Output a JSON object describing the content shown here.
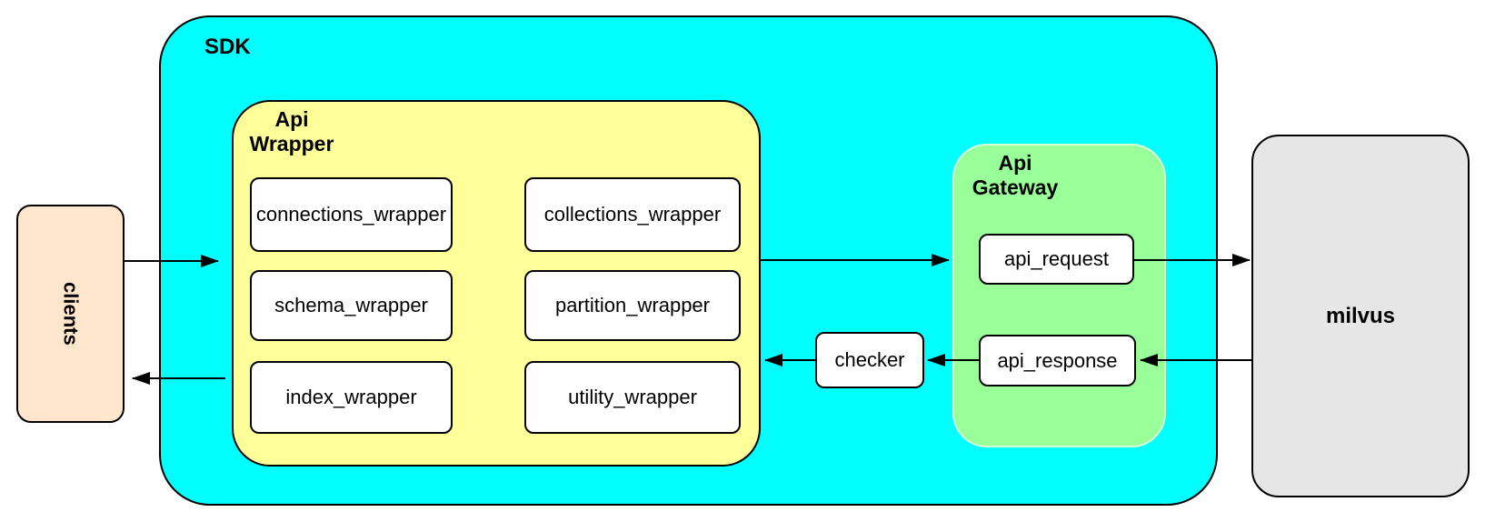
{
  "diagram": {
    "clients": {
      "label": "clients",
      "fill": "#ffe6cc"
    },
    "sdk": {
      "label": "SDK",
      "fill": "#00ffff"
    },
    "api_wrapper": {
      "label_line1": "Api",
      "label_line2": "Wrapper",
      "fill": "#ffff99",
      "modules": [
        "connections_wrapper",
        "collections_wrapper",
        "schema_wrapper",
        "partition_wrapper",
        "index_wrapper",
        "utility_wrapper"
      ]
    },
    "checker": {
      "label": "checker"
    },
    "api_gateway": {
      "label_line1": "Api",
      "label_line2": "Gateway",
      "fill": "#99ff99",
      "modules": [
        "api_request",
        "api_response"
      ]
    },
    "milvus": {
      "label": "milvus",
      "fill": "#e6e6e6"
    },
    "stroke_color": "#000000"
  }
}
